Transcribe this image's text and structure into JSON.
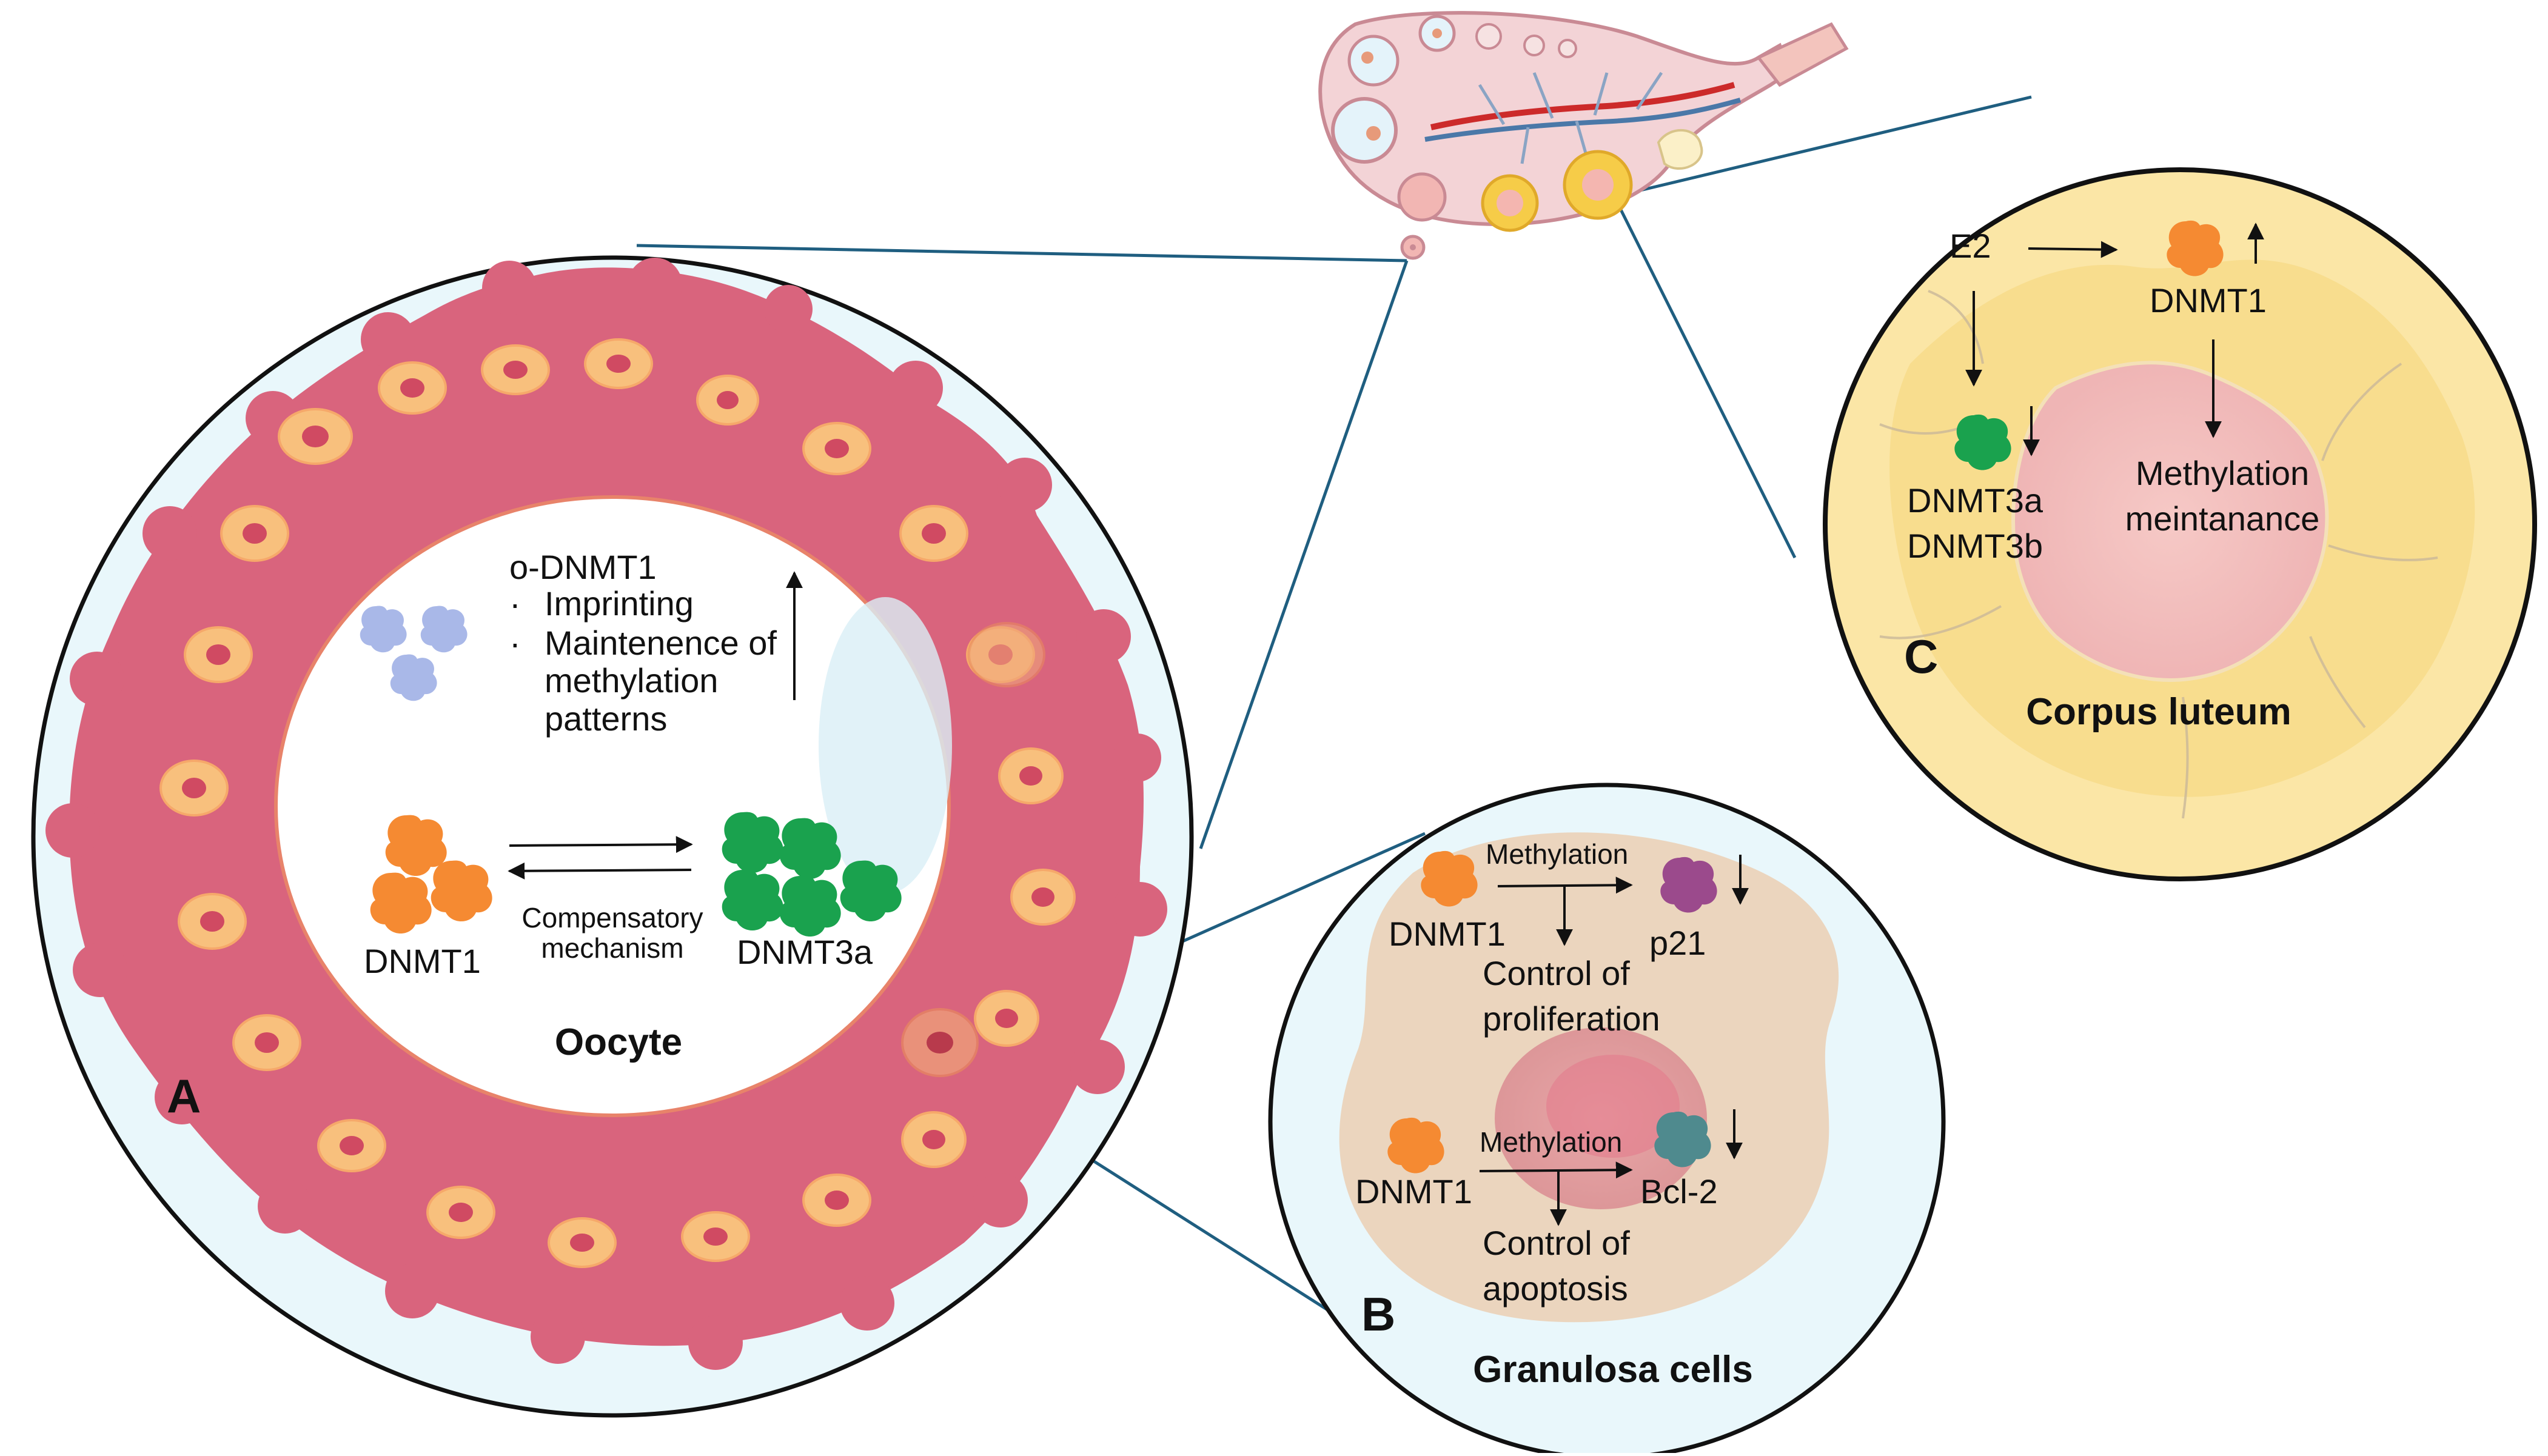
{
  "panels": {
    "A": {
      "letter": "A",
      "caption": "Oocyte",
      "odnmt1": {
        "title": "o-DNMT1",
        "items": [
          "Imprinting",
          "Maintenence of",
          "methylation",
          "patterns"
        ]
      },
      "dnmt1": "DNMT1",
      "dnmt3a": "DNMT3a",
      "compensatory": [
        "Compensatory",
        "mechanism"
      ]
    },
    "B": {
      "letter": "B",
      "caption": "Granulosa cells",
      "top": {
        "enzyme": "DNMT1",
        "process": "Methylation",
        "target": "p21",
        "effect": [
          "Control of",
          "proliferation"
        ]
      },
      "bottom": {
        "enzyme": "DNMT1",
        "process": "Methylation",
        "target": "Bcl-2",
        "effect": [
          "Control of",
          "apoptosis"
        ]
      }
    },
    "C": {
      "letter": "C",
      "caption": "Corpus luteum",
      "e2": "E2",
      "dnmt1": "DNMT1",
      "dnmt3": [
        "DNMT3a",
        "DNMT3b"
      ],
      "maintenance": [
        "Methylation",
        "meintanance"
      ]
    }
  },
  "colors": {
    "dnmt1": "#f58a32",
    "dnmt3a": "#1aa24e",
    "odnmt1": "#a9b8e8",
    "p21": "#9b4a8c",
    "bcl2": "#4f8a8e",
    "follicle_wall": "#d9647d",
    "oocyte_bg": "#e6f6fb",
    "corpus_luteum": "#fbe6a6",
    "connector": "#1f5e80"
  }
}
